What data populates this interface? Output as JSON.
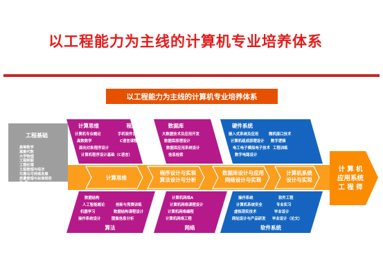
{
  "title": "以工程能力为主线的计算机专业培养体系",
  "banner": "以工程能力为主线的计算机专业培养体系",
  "target": [
    "计 算 机",
    "应用系统",
    "工 程 师"
  ],
  "base": {
    "label": "工程基础",
    "items": [
      "高等数学",
      "离散代数",
      "大学物理",
      "工程制图",
      "工程伦理",
      "工程管理与经济",
      "可靠与可持续发展",
      "质量管理与标准规范",
      "外 语"
    ]
  },
  "spine": [
    "计算思维",
    "程序设计与实现\n算法设计与分析",
    "数据库设计与应用\n网络设计与实现",
    "计算机系统\n设计与实现"
  ],
  "top_groups": [
    {
      "label": "计算思维",
      "items": [
        "计算机专业概论",
        "高数数学",
        "面向对象程序设计",
        "计算机程序设计基础（C语言）"
      ]
    },
    {
      "label": "程序",
      "items": [
        "手机软件设计",
        "C语言课程设计"
      ]
    },
    {
      "label": "数据库",
      "items": [
        "大数据技术及应用开发",
        "数据库原理设计",
        "数据库应用系统设计",
        "信息检索"
      ]
    },
    {
      "label": "硬件系统",
      "items": [
        "嵌入式系统及应用",
        "微机接口技术",
        "计算机组成原理设计",
        "数字逻辑",
        "电工电子模拟电子技术",
        "工程训练",
        "数字电路设计"
      ]
    }
  ],
  "bottom_groups": [
    {
      "label": "算法",
      "items": [
        "数据结构",
        "人工智能概论",
        "创新与竞赛训练",
        "机器学习",
        "数据结构课程设计",
        "操作系统设计",
        "图像信息分析"
      ]
    },
    {
      "label": "网络",
      "items": [
        "计算机网络A",
        "计算机网络课程设计",
        "计算机网络编程",
        "计算机网络工程"
      ]
    },
    {
      "label": "软件系统",
      "items": [
        "操作系统",
        "软件工程",
        "计算机系统安全",
        "专业实习",
        "虚拟现实技术",
        "毕业设计",
        "网站设计与产品研发",
        "毕业设计（论文）"
      ]
    }
  ],
  "colors": {
    "title": "#e41b1b",
    "rule": "#c62828",
    "banner": "#e65100",
    "spine": "#fb9d1d",
    "base": "#9e9e9e",
    "target": "#fb8c00",
    "magenta": "#b6198a",
    "blue": "#1565c0",
    "text": "#ffffff"
  }
}
